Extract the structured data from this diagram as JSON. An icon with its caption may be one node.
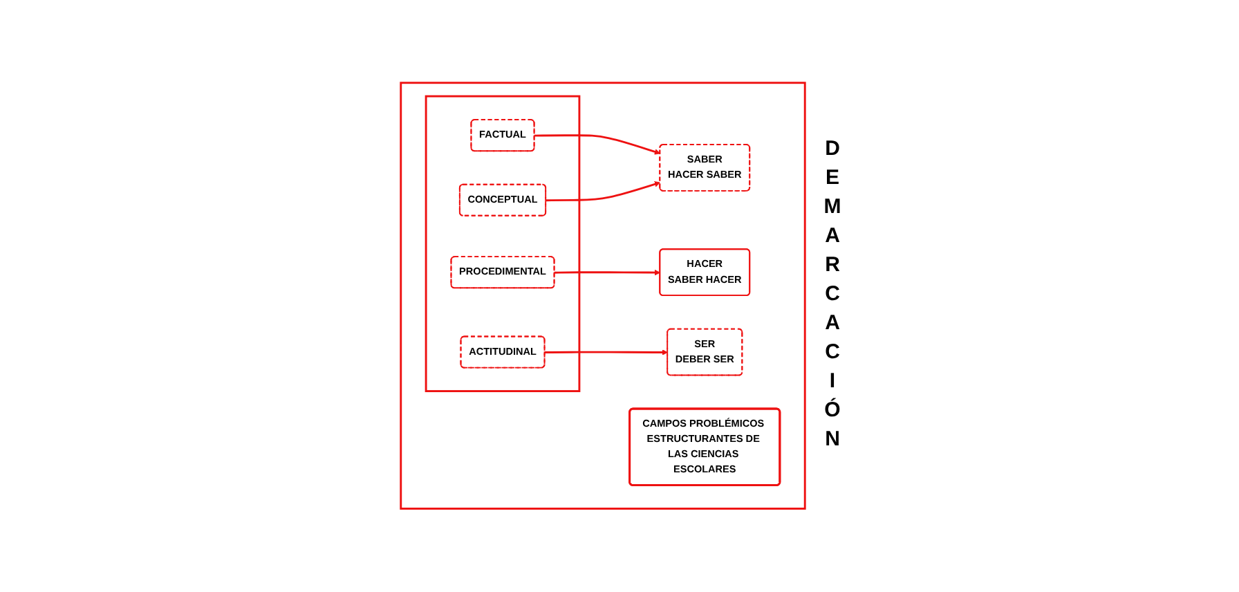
{
  "diagram": {
    "nodes": [
      {
        "text": [],
        "shape": "box"
      },
      {
        "text": [
          "CAMPOS PROBLÉMICOS ESTRUCTURANTES DE LAS CIENCIAS ESCOLARES"
        ],
        "in": 0
      },
      {
        "text": [],
        "shape": "box",
        "in": 0
      },
      {
        "text": [
          "FACTUAL"
        ],
        "in": 2
      },
      {
        "text": [
          "CONCEPTUAL"
        ],
        "in": 2
      },
      {
        "text": [
          "PROCEDIMENTAL"
        ],
        "in": 2
      },
      {
        "text": [
          "ACTITUDINAL"
        ],
        "in": 2
      },
      {
        "text": [
          "SABER",
          "HACER SABER"
        ],
        "in": 0
      },
      {
        "text": [
          "HACER",
          "SABER HACER"
        ],
        "in": 0
      },
      {
        "text": [
          "SER",
          "DEBER SER"
        ],
        "in": 0
      }
    ],
    "edges": [
      {
        "from": 3,
        "to": 7,
        "arrow": "to"
      },
      {
        "from": 4,
        "to": 7,
        "arrow": "to"
      },
      {
        "from": 5,
        "to": 8,
        "arrow": "to"
      },
      {
        "from": 6,
        "to": 9,
        "arrow": "to"
      }
    ],
    "labels": [
      "DEMARCACIÓN"
    ]
  }
}
